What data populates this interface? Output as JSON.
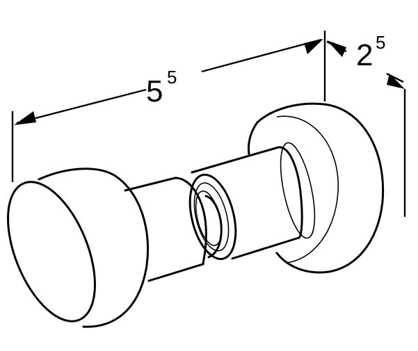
{
  "dimensions": {
    "length": {
      "base": "5",
      "sup": "5"
    },
    "depth": {
      "base": "2",
      "sup": "5"
    }
  },
  "colors": {
    "line": "#000000",
    "background": "#ffffff"
  }
}
